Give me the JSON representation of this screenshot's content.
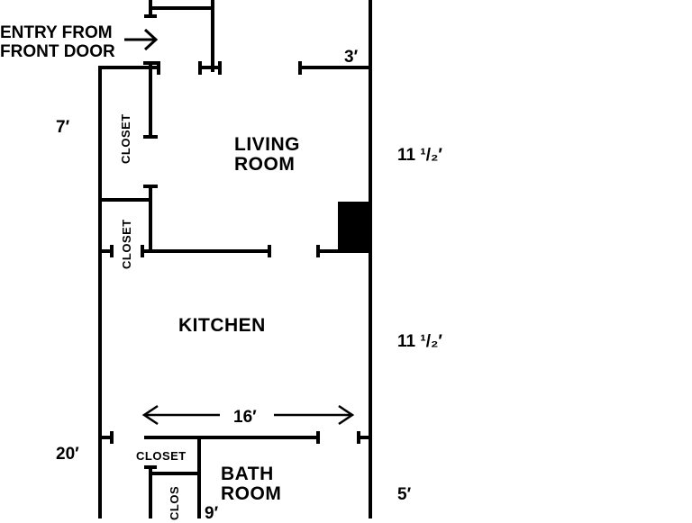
{
  "entry": {
    "line1": "ENTRY FROM",
    "line2": "FRONT DOOR"
  },
  "rooms": {
    "living_line1": "LIVING",
    "living_line2": "ROOM",
    "kitchen": "KITCHEN",
    "bath_line1": "BATH",
    "bath_line2": "ROOM"
  },
  "closets": {
    "closet_1": "CLOSET",
    "closet_2": "CLOSET",
    "closet_3": "CLOSET",
    "closet_4": "CLOS"
  },
  "dimensions": {
    "door_width": "3′",
    "left_upper": "7′",
    "left_lower": "20′",
    "right_living": "11 ¹/₂′",
    "right_kitchen": "11 ¹/₂′",
    "right_bath": "5′",
    "kitchen_width": "16′",
    "bath_partial": "9′"
  },
  "colors": {
    "line": "#000000",
    "background": "#ffffff",
    "chimney": "#000000"
  }
}
